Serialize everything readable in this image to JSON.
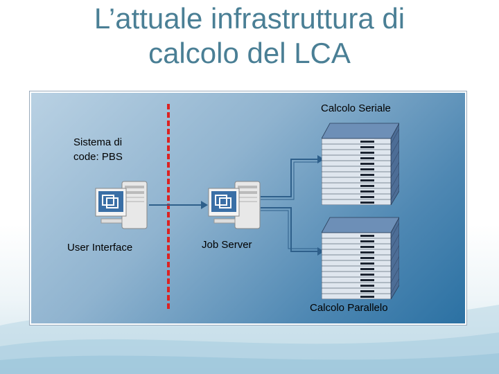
{
  "title": {
    "line1": "L’attuale infrastruttura di",
    "line2": "calcolo del LCA"
  },
  "diagram": {
    "label_serial": "Calcolo Seriale",
    "label_queue": "Sistema di\ncode: PBS",
    "label_queue_1": "Sistema di",
    "label_queue_2": "code: PBS",
    "label_ui": "User Interface",
    "label_job_server": "Job Server",
    "label_parallel": "Calcolo Parallelo"
  },
  "colors": {
    "title": "#4a7f95",
    "divider": "#d22222",
    "panel_dark": "#2b71a3",
    "panel_light": "#b9d1e3"
  },
  "icons": [
    "server-computer-icon",
    "server-computer-icon",
    "blade-rack-icon",
    "blade-rack-icon"
  ]
}
